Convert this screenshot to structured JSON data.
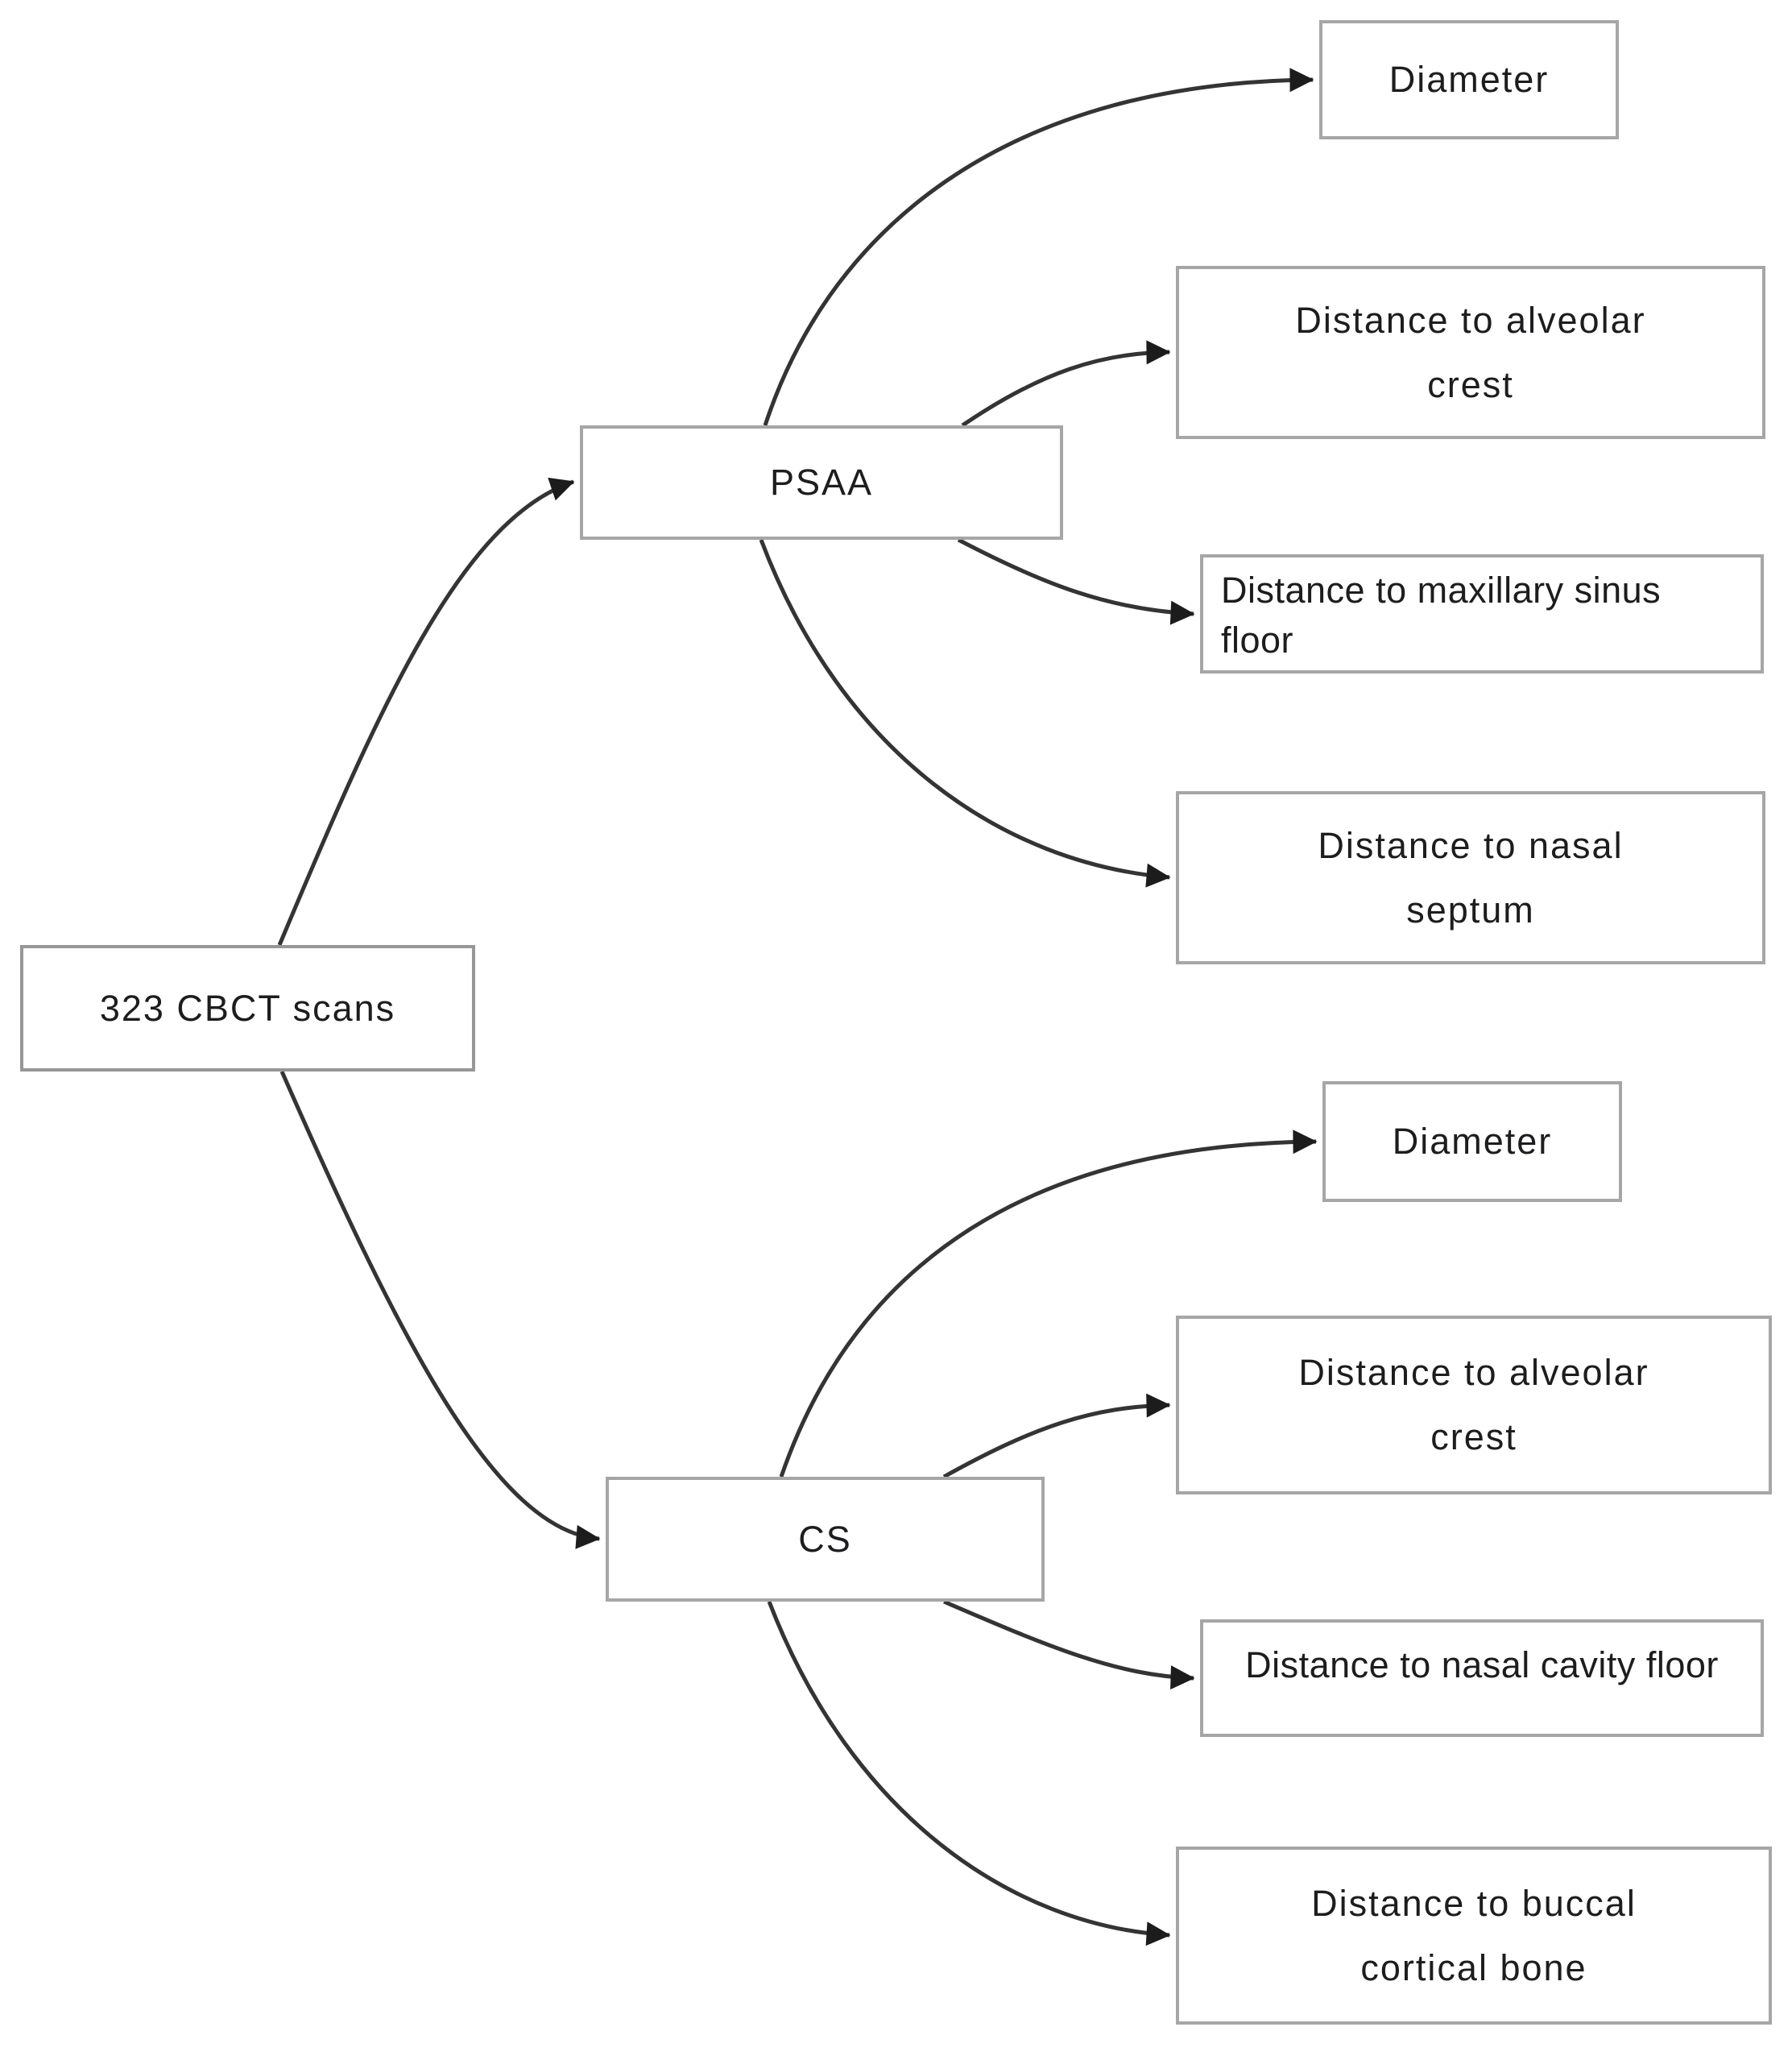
{
  "diagram": {
    "nodes": {
      "root": {
        "label": "323 CBCT scans"
      },
      "psaa": {
        "label": "PSAA"
      },
      "cs": {
        "label": "CS"
      },
      "psaa_diameter": {
        "label": "Diameter"
      },
      "psaa_alveolar_crest": {
        "label": "Distance to alveolar\ncrest"
      },
      "psaa_maxillary_sinus_floor": {
        "label": "Distance to maxillary sinus\nfloor"
      },
      "psaa_nasal_septum": {
        "label": "Distance to nasal\nseptum"
      },
      "cs_diameter": {
        "label": "Diameter"
      },
      "cs_alveolar_crest": {
        "label": "Distance to alveolar\ncrest"
      },
      "cs_nasal_cavity_floor": {
        "label": "Distance to nasal cavity floor"
      },
      "cs_buccal_cortical_bone": {
        "label": "Distance to buccal\ncortical bone"
      }
    },
    "edges": [
      {
        "from": "root",
        "to": "psaa"
      },
      {
        "from": "root",
        "to": "cs"
      },
      {
        "from": "psaa",
        "to": "psaa_diameter"
      },
      {
        "from": "psaa",
        "to": "psaa_alveolar_crest"
      },
      {
        "from": "psaa",
        "to": "psaa_maxillary_sinus_floor"
      },
      {
        "from": "psaa",
        "to": "psaa_nasal_septum"
      },
      {
        "from": "cs",
        "to": "cs_diameter"
      },
      {
        "from": "cs",
        "to": "cs_alveolar_crest"
      },
      {
        "from": "cs",
        "to": "cs_nasal_cavity_floor"
      },
      {
        "from": "cs",
        "to": "cs_buccal_cortical_bone"
      }
    ],
    "colors": {
      "background": "#ffffff",
      "box_border": "#a6a6a6",
      "connector": "#343434",
      "text": "#1d1d1f"
    }
  }
}
